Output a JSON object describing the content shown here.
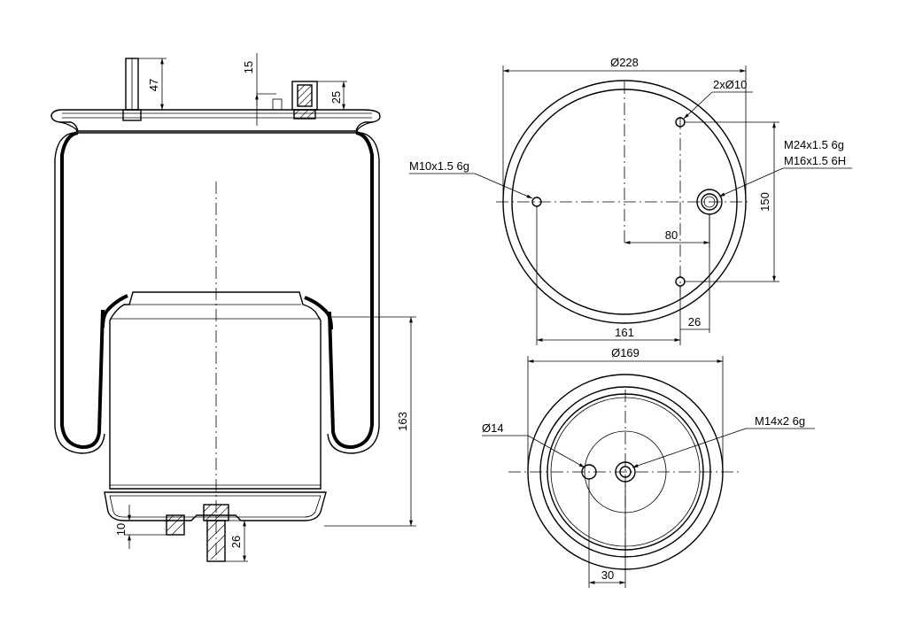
{
  "side_view": {
    "dim_stud_height": "47",
    "dim_inlet_offset": "15",
    "dim_fitting_height": "25",
    "dim_overall_height": "163",
    "dim_bottom_nut": "10",
    "dim_bottom_stud": "26"
  },
  "top_plate_view": {
    "dim_diameter": "Ø228",
    "dim_holes": "2xØ10",
    "thread_port_1": "M24x1.5 6g",
    "thread_port_2": "M16x1.5 6H",
    "thread_small": "M10x1.5 6g",
    "dim_vertical": "150",
    "dim_center_offset": "80",
    "dim_hole_spacing": "161",
    "dim_edge_offset": "26"
  },
  "bottom_plate_view": {
    "dim_diameter": "Ø169",
    "dim_small_hole": "Ø14",
    "thread_center": "M14x2 6g",
    "dim_hole_offset": "30"
  }
}
